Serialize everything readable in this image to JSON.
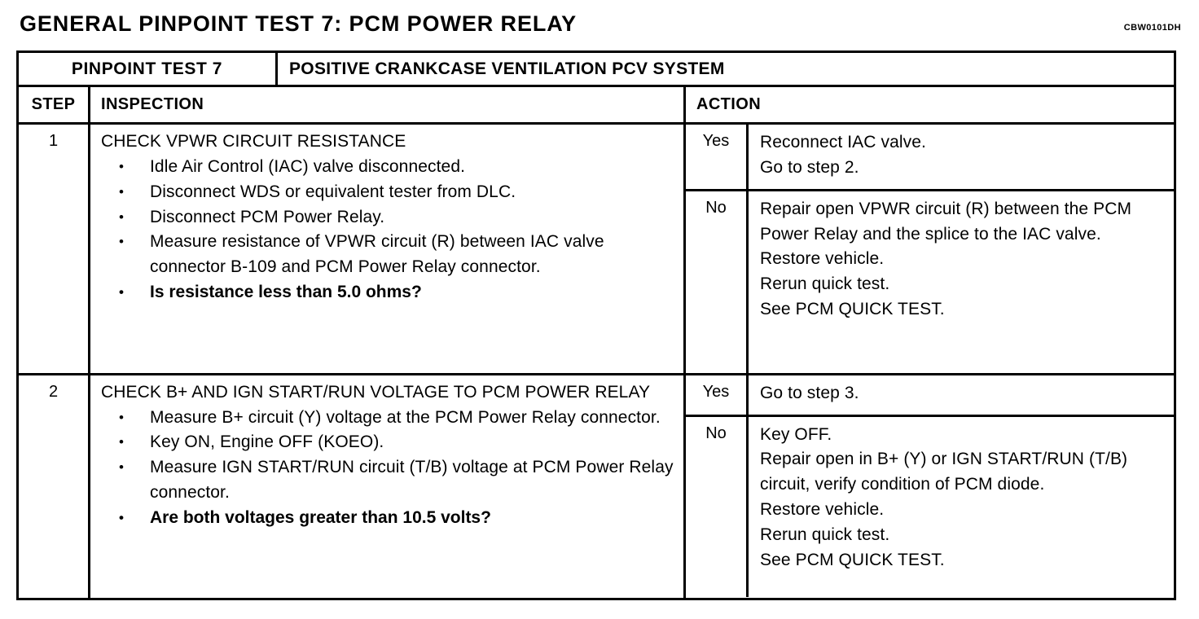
{
  "document": {
    "title": "GENERAL PINPOINT TEST 7: PCM POWER RELAY",
    "code": "CBW0101DH"
  },
  "banner": {
    "test_label": "PINPOINT TEST 7",
    "system_name": "POSITIVE CRANKCASE VENTILATION PCV SYSTEM"
  },
  "columns": {
    "step": "STEP",
    "inspection": "INSPECTION",
    "action": "ACTION"
  },
  "steps": [
    {
      "number": "1",
      "inspection_heading": "CHECK VPWR CIRCUIT RESISTANCE",
      "inspection_bullets": [
        {
          "text": "Idle Air Control (IAC) valve disconnected.",
          "bold": false
        },
        {
          "text": "Disconnect WDS or equivalent tester from DLC.",
          "bold": false
        },
        {
          "text": "Disconnect PCM Power Relay.",
          "bold": false
        },
        {
          "text": "Measure resistance of VPWR circuit (R) between IAC valve connector B-109 and PCM Power Relay connector.",
          "bold": false
        },
        {
          "text": "Is resistance less than 5.0 ohms?",
          "bold": true
        }
      ],
      "yes": {
        "label": "Yes",
        "lines": [
          "Reconnect IAC valve.",
          "Go to step 2."
        ]
      },
      "no": {
        "label": "No",
        "lines": [
          "Repair open VPWR circuit (R) between the PCM Power Relay and the splice to the IAC valve.",
          "Restore vehicle.",
          "Rerun quick test.",
          "See PCM QUICK TEST."
        ]
      }
    },
    {
      "number": "2",
      "inspection_heading": "CHECK B+ AND IGN START/RUN VOLTAGE TO PCM POWER RELAY",
      "inspection_bullets": [
        {
          "text": "Measure B+ circuit (Y) voltage at the PCM Power Relay connector.",
          "bold": false
        },
        {
          "text": "Key ON, Engine OFF (KOEO).",
          "bold": false
        },
        {
          "text": "Measure IGN START/RUN circuit (T/B) voltage at PCM Power Relay connector.",
          "bold": false
        },
        {
          "text": "Are both voltages greater than 10.5 volts?",
          "bold": true
        }
      ],
      "yes": {
        "label": "Yes",
        "lines": [
          "Go to step 3."
        ]
      },
      "no": {
        "label": "No",
        "lines": [
          "Key OFF.",
          "Repair open in B+ (Y) or IGN START/RUN (T/B) circuit, verify condition of PCM diode.",
          "Restore vehicle.",
          "Rerun quick test.",
          "See PCM QUICK TEST."
        ]
      }
    }
  ],
  "bullet_glyph": "•"
}
